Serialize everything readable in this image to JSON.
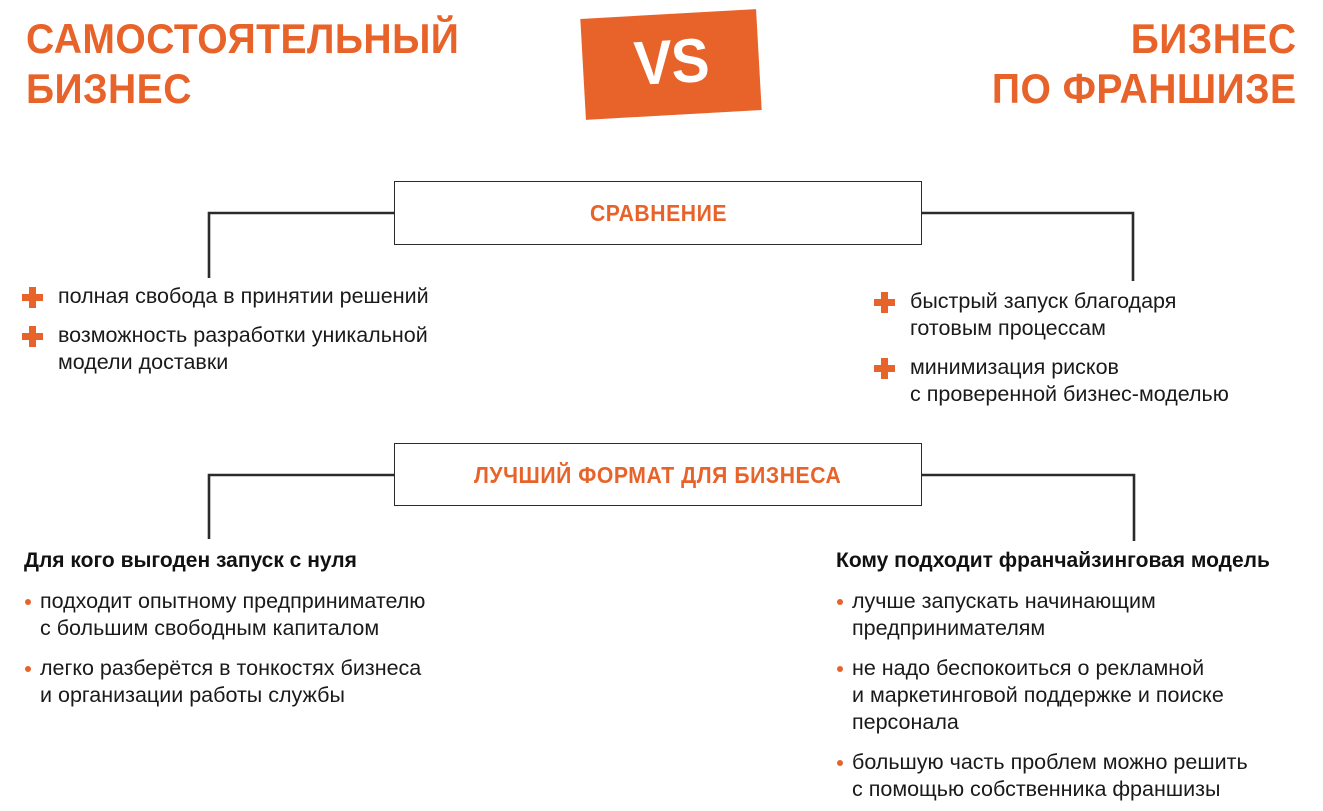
{
  "colors": {
    "accent": "#E8632A",
    "text": "#1a1a1a",
    "line": "#2b2b2b",
    "background": "#ffffff"
  },
  "header": {
    "left_title_line1": "САМОСТОЯТЕЛЬНЫЙ",
    "left_title_line2": "БИЗНЕС",
    "vs_label": "VS",
    "right_title_line1": "БИЗНЕС",
    "right_title_line2": "ПО ФРАНШИЗЕ"
  },
  "sections": [
    {
      "id": "comparison",
      "box_label": "СРАВНЕНИЕ"
    },
    {
      "id": "best_format",
      "box_label": "ЛУЧШИЙ ФОРМАТ ДЛЯ БИЗНЕСА"
    }
  ],
  "comparison": {
    "left": {
      "bullet_icon": "plus-icon",
      "items": [
        {
          "lines": [
            "полная свобода в принятии решений"
          ]
        },
        {
          "lines": [
            "возможность разработки уникальной",
            "модели доставки"
          ]
        }
      ]
    },
    "right": {
      "bullet_icon": "plus-icon",
      "items": [
        {
          "lines": [
            "быстрый запуск благодаря",
            "готовым процессам"
          ]
        },
        {
          "lines": [
            "минимизация рисков",
            "с проверенной бизнес-моделью"
          ]
        }
      ]
    }
  },
  "best_format": {
    "left": {
      "heading": "Для кого выгоден запуск с нуля",
      "bullet_icon": "dot-icon",
      "items": [
        {
          "lines": [
            "подходит опытному предпринимателю",
            "с большим свободным капиталом"
          ]
        },
        {
          "lines": [
            "легко разберётся в тонкостях бизнеса",
            "и организации работы службы"
          ]
        }
      ]
    },
    "right": {
      "heading": "Кому подходит франчайзинговая модель",
      "bullet_icon": "dot-icon",
      "items": [
        {
          "lines": [
            "лучше запускать начинающим",
            "предпринимателям"
          ]
        },
        {
          "lines": [
            "не надо беспокоиться о рекламной",
            "и маркетинговой поддержке и поиске",
            "персонала"
          ]
        },
        {
          "lines": [
            "большую часть проблем можно решить",
            "с помощью собственника франшизы"
          ]
        }
      ]
    }
  }
}
